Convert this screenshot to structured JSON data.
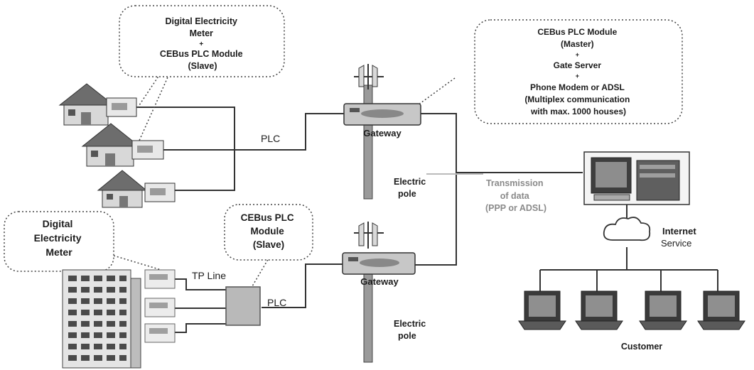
{
  "callouts": {
    "house_module": [
      "Digital Electricity",
      "Meter",
      "+",
      "CEBus PLC Module",
      "(Slave)"
    ],
    "gateway_master": [
      "CEBus PLC Module",
      "(Master)",
      "+",
      "Gate Server",
      "+",
      "Phone Modem or ADSL",
      "(Multiplex communication",
      "with max. 1000 houses)"
    ],
    "apartment_meter": [
      "Digital",
      "Electricity",
      "Meter"
    ],
    "apartment_module": [
      "CEBus PLC",
      "Module",
      "(Slave)"
    ]
  },
  "labels": {
    "plc_top": "PLC",
    "plc_bottom": "PLC",
    "tp_line": "TP Line",
    "gateway_top": "Gateway",
    "gateway_bottom": "Gateway",
    "pole_top": [
      "Electric",
      "pole"
    ],
    "pole_bottom": [
      "Electric",
      "pole"
    ],
    "transmission": [
      "Transmission",
      "of data",
      "(PPP or ADSL)"
    ],
    "internet": [
      "Internet",
      "Service"
    ],
    "customer": "Customer"
  }
}
